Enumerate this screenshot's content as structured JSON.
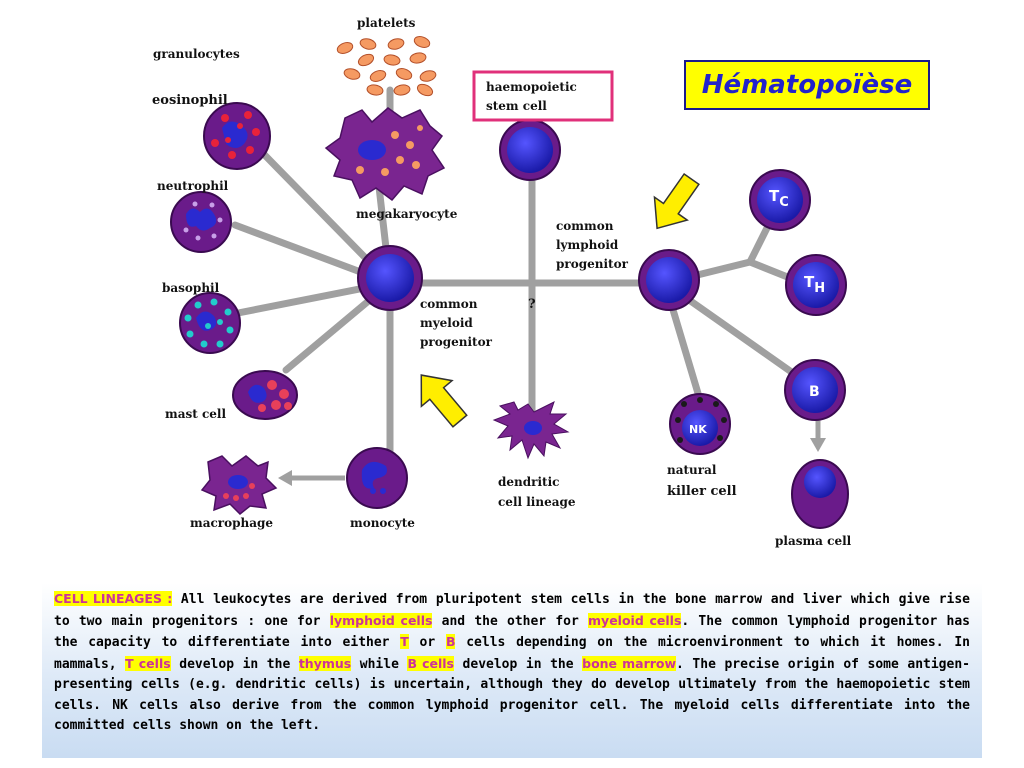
{
  "title": "Hématopoïèse",
  "labels": {
    "platelets": "platelets",
    "granulocytes": "granulocytes",
    "eosinophil": "eosinophil",
    "neutrophil": "neutrophil",
    "basophil": "basophil",
    "mast_cell": "mast cell",
    "macrophage": "macrophage",
    "monocyte": "monocyte",
    "megakaryocyte": "megakaryocyte",
    "haemopoietic_line1": "haemopoietic",
    "haemopoietic_line2": "stem cell",
    "cmp_line1": "common",
    "cmp_line2": "myeloid",
    "cmp_line3": "progenitor",
    "clp_line1": "common",
    "clp_line2": "lymphoid",
    "clp_line3": "progenitor",
    "question": "?",
    "dendritic_line1": "dendritic",
    "dendritic_line2": "cell lineage",
    "nk_line1": "natural",
    "nk_line2": "killer cell",
    "plasma_cell": "plasma cell",
    "tc_main": "T",
    "tc_sub": "C",
    "th_main": "T",
    "th_sub": "H",
    "b_cell": "B",
    "nk_cell": "NK"
  },
  "description": {
    "heading": "CELL LINEAGES :",
    "p1": " All leukocytes are derived from pluripotent stem cells in the bone marrow and liver which give rise to two main progenitors : one for ",
    "h1": "lymphoid cells",
    "p2": " and the other for ",
    "h2": "myeloid cells",
    "p3": ".  The common lymphoid progenitor has the capacity to differentiate into either ",
    "h3": "T",
    "p4": " or ",
    "h4": "B",
    "p5": " cells depending on the microenvironment to which it homes.  In mammals, ",
    "h5": "T cells",
    "p6": " develop in the ",
    "h6": "thymus",
    "p7": " while ",
    "h7": "B cells",
    "p8": " develop in the ",
    "h8": "bone marrow",
    "p9": ".  The precise origin of some antigen-presenting cells (e.g. dendritic cells) is uncertain, although they do develop ultimately from the haemopoietic stem cells.  NK cells also derive from the common lymphoid progenitor cell.  The myeloid cells differentiate into the committed cells shown on the left."
  },
  "colors": {
    "cell_purple": "#6a1b8a",
    "nucleus_blue": "#2a2ad0",
    "connector_gray": "#a0a0a0",
    "title_yellow": "#ffff00",
    "title_text_blue": "#2222cc",
    "highlight_pink": "#cc3399",
    "stem_box_border": "#e0307a",
    "arrow_yellow": "#ffee00"
  }
}
